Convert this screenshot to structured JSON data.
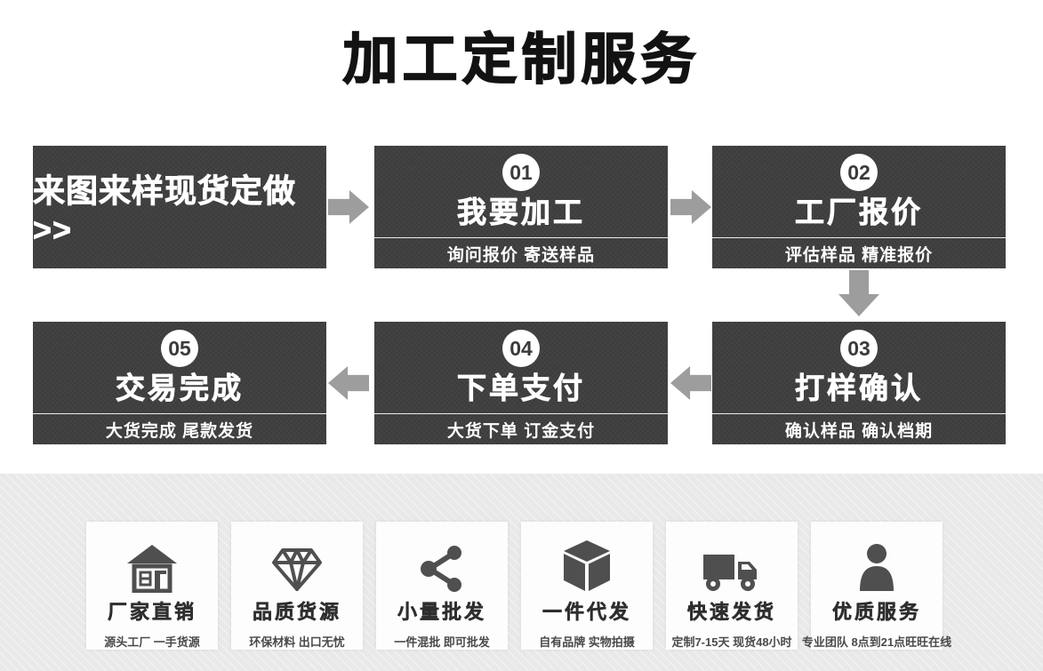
{
  "page": {
    "title": "加工定制服务"
  },
  "flow": {
    "intro_label": "来图来样现货定做>>",
    "steps": [
      {
        "number": "01",
        "title": "我要加工",
        "subtitle": "询问报价 寄送样品"
      },
      {
        "number": "02",
        "title": "工厂报价",
        "subtitle": "评估样品 精准报价"
      },
      {
        "number": "03",
        "title": "打样确认",
        "subtitle": "确认样品 确认档期"
      },
      {
        "number": "04",
        "title": "下单支付",
        "subtitle": "大货下单 订金支付"
      },
      {
        "number": "05",
        "title": "交易完成",
        "subtitle": "大货完成 尾款发货"
      }
    ],
    "arrow_icons": [
      "arrow-right-icon",
      "arrow-right-icon",
      "arrow-down-icon",
      "arrow-left-icon",
      "arrow-left-icon"
    ]
  },
  "features": [
    {
      "icon": "factory-icon",
      "title": "厂家直销",
      "subtitle": "源头工厂 一手货源"
    },
    {
      "icon": "diamond-icon",
      "title": "品质货源",
      "subtitle": "环保材料 出口无忧"
    },
    {
      "icon": "share-icon",
      "title": "小量批发",
      "subtitle": "一件混批 即可批发"
    },
    {
      "icon": "cube-icon",
      "title": "一件代发",
      "subtitle": "自有品牌 实物拍摄"
    },
    {
      "icon": "truck-icon",
      "title": "快速发货",
      "subtitle": "定制7-15天 现货48小时"
    },
    {
      "icon": "person-icon",
      "title": "优质服务",
      "subtitle": "专业团队 8点到21点旺旺在线"
    }
  ],
  "colors": {
    "box_bg": "#3d3d3d",
    "box_text": "#ffffff",
    "arrow": "#9d9d9d",
    "band_bg": "#e9e9e9",
    "card_bg": "#fdfdfd",
    "icon": "#4f4f4f",
    "title_text": "#121212"
  }
}
